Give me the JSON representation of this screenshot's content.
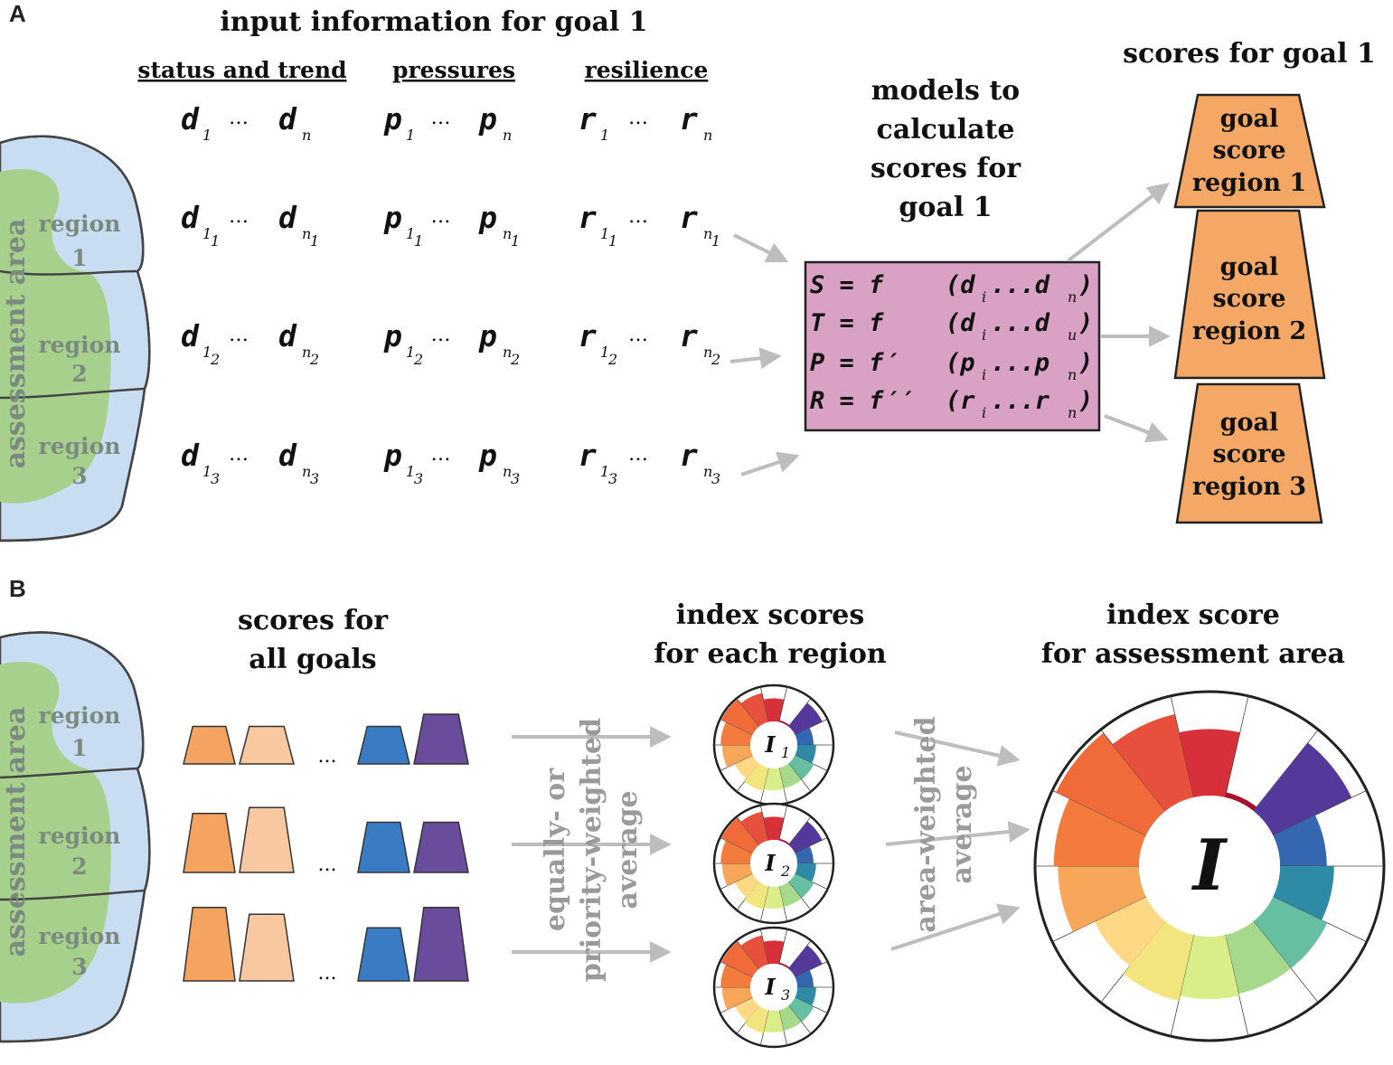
{
  "panel_a": {
    "letter": "A",
    "title": "input information for goal 1",
    "columns": [
      "status and trend",
      "pressures",
      "resilience"
    ],
    "variables": [
      "d",
      "p",
      "r"
    ],
    "row_subscripts": [
      "",
      "1",
      "2",
      "3"
    ],
    "ellipsis": "…",
    "model_title": [
      "models to",
      "calculate",
      "scores for",
      "goal 1"
    ],
    "equations": [
      {
        "lhs": "S = f",
        "args": "(d",
        "s1": "i",
        "mid": "...d",
        "s2": "n",
        "end": ")"
      },
      {
        "lhs": "T = f",
        "args": "(d",
        "s1": "i",
        "mid": "...d",
        "s2": "u",
        "end": ")"
      },
      {
        "lhs": "P = f′",
        "args": "(p",
        "s1": "i",
        "mid": "...p",
        "s2": "n",
        "end": ")"
      },
      {
        "lhs": "R = f′′",
        "args": "(r",
        "s1": "i",
        "mid": "...r",
        "s2": "n",
        "end": ")"
      }
    ],
    "scores_title": "scores for goal 1",
    "goal_boxes": [
      [
        "goal",
        "score",
        "region 1"
      ],
      [
        "goal",
        "score",
        "region 2"
      ],
      [
        "goal",
        "score",
        "region 3"
      ]
    ]
  },
  "map": {
    "area_label": "assessment area",
    "regions": [
      [
        "region",
        "1"
      ],
      [
        "region",
        "2"
      ],
      [
        "region",
        "3"
      ]
    ]
  },
  "panel_b": {
    "letter": "B",
    "scores_title": [
      "scores for",
      "all goals"
    ],
    "ellipsis": "...",
    "avg_label": [
      "equally- or",
      "priority-weighted",
      "average"
    ],
    "region_title": [
      "index scores",
      "for each region"
    ],
    "region_index_labels": [
      {
        "main": "I",
        "sub": "1"
      },
      {
        "main": "I",
        "sub": "2"
      },
      {
        "main": "I",
        "sub": "3"
      }
    ],
    "area_avg_label": [
      "area-weighted",
      "average"
    ],
    "area_title": [
      "index score",
      "for assessment area"
    ],
    "area_index_label": "I"
  },
  "colors": {
    "map_blue": "#c9ddf2",
    "map_green": "#a7d08c",
    "model_box": "#d9a1c3",
    "goal_box": "#f5a865",
    "arrow": "#bdbdbd",
    "orange": "#f4a460",
    "light_orange": "#f8c9a0",
    "blue": "#3a7cc4",
    "purple": "#6a4c9c"
  },
  "flower": {
    "petals": [
      {
        "color": "#fdd985",
        "score": 0.55
      },
      {
        "color": "#f8a65a",
        "score": 0.78
      },
      {
        "color": "#f47b3e",
        "score": 0.82
      },
      {
        "color": "#f06a3a",
        "score": 0.96
      },
      {
        "color": "#e8503e",
        "score": 0.82
      },
      {
        "color": "#d7303a",
        "score": 0.64
      },
      {
        "color": "#a5112f",
        "score": 0.05
      },
      {
        "color": "#55399a",
        "score": 0.84
      },
      {
        "color": "#3467b0",
        "score": 0.45
      },
      {
        "color": "#2f8aa5",
        "score": 0.52
      },
      {
        "color": "#66bfa1",
        "score": 0.58
      },
      {
        "color": "#a6d98c",
        "score": 0.58
      },
      {
        "color": "#d9ee88",
        "score": 0.6
      },
      {
        "color": "#f3e57e",
        "score": 0.65
      }
    ]
  }
}
